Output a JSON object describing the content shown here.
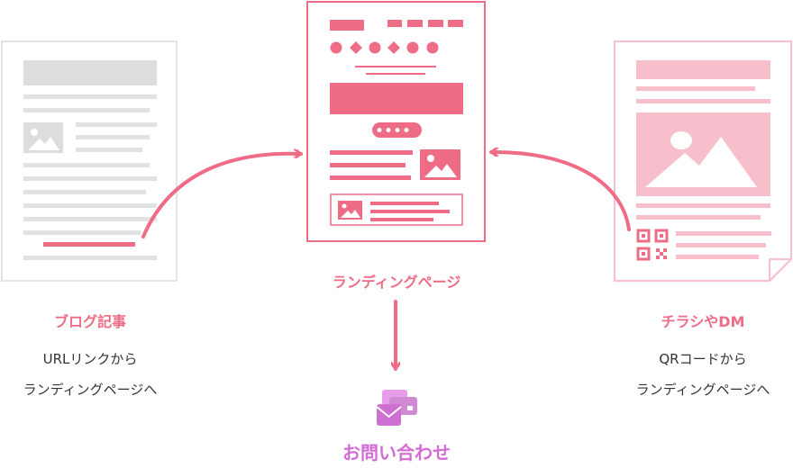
{
  "nodes": {
    "blog": {
      "title": "ブログ記事",
      "line1": "URLリンクから",
      "line2": "ランディングページへ"
    },
    "landing": {
      "title": "ランディングページ"
    },
    "flyer": {
      "title": "チラシやDM",
      "line1": "QRコードから",
      "line2": "ランディングページへ"
    },
    "contact": {
      "title": "お問い合わせ"
    }
  },
  "colors": {
    "pink": "#ee6c86",
    "light_pink": "#f7bfcb",
    "gray": "#dddddd",
    "purple": "#d36ad6"
  }
}
